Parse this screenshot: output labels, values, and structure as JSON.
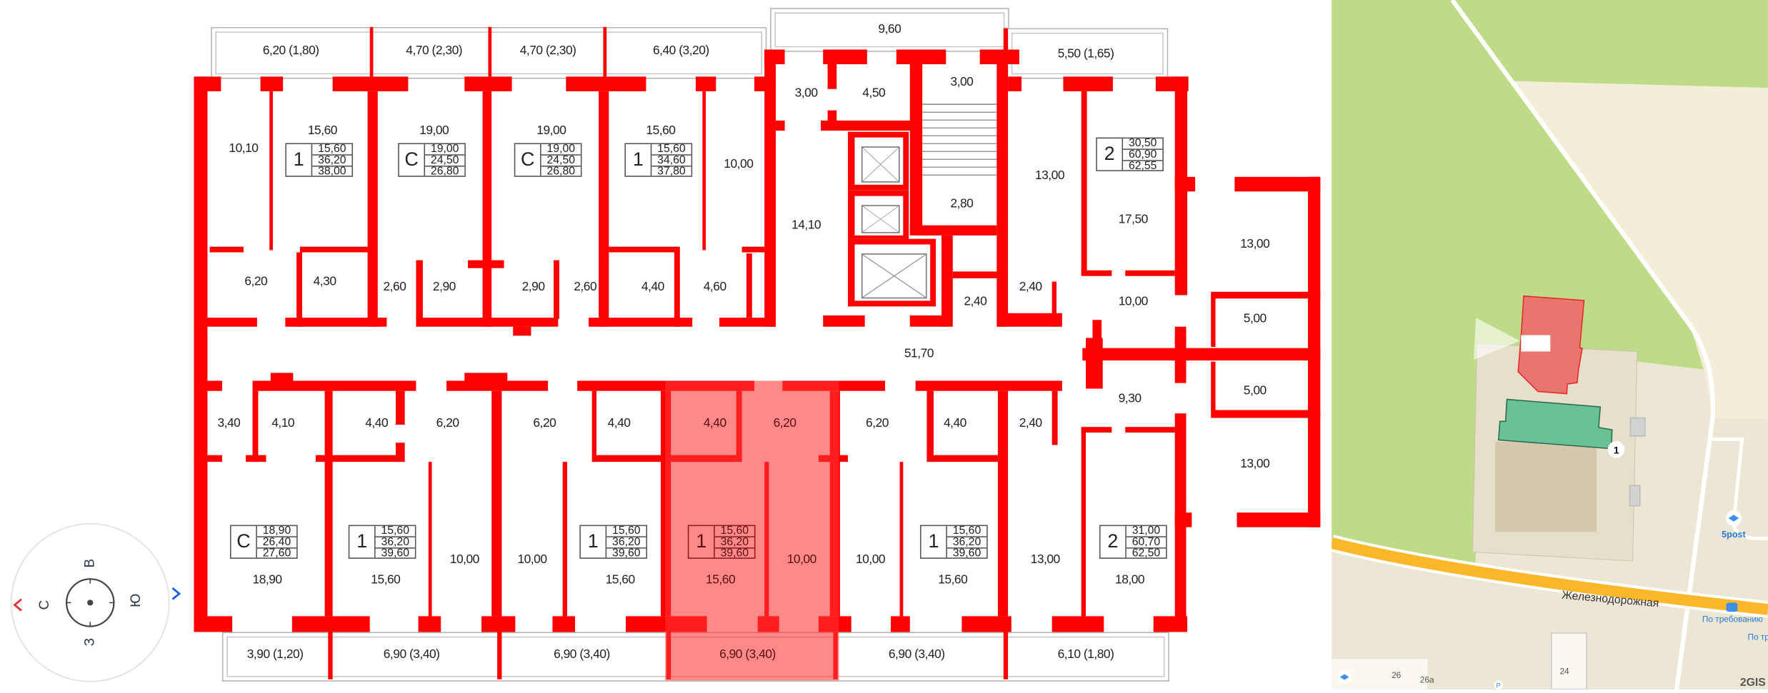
{
  "plan": {
    "wall_color": "#ff0000",
    "selected_color": "#ff6a6a",
    "balconies_top": [
      "6,20 (1,80)",
      "4,70 (2,30)",
      "4,70 (2,30)",
      "6,40 (3,20)",
      "9,60",
      "5,50 (1,65)"
    ],
    "balconies_bottom": [
      "3,90 (1,20)",
      "6,90 (3,40)",
      "6,90 (3,40)",
      "6,90 (3,40)",
      "6,90 (3,40)",
      "6,10 (1,80)"
    ],
    "rooms_top": [
      "10,10",
      "15,60",
      "19,00",
      "19,00",
      "15,60",
      "10,00",
      "14,10",
      "3,00",
      "4,50",
      "3,00",
      "2,80",
      "13,00",
      "17,50",
      "13,00",
      "6,20",
      "4,30",
      "2,60",
      "2,90",
      "2,90",
      "2,60",
      "4,40",
      "4,60",
      "2,40",
      "2,40",
      "10,00",
      "5,00"
    ],
    "corridor": "51,70",
    "rooms_bottom": [
      "3,40",
      "4,10",
      "4,40",
      "6,20",
      "6,20",
      "4,40",
      "4,40",
      "6,20",
      "6,20",
      "4,40",
      "2,40",
      "9,30",
      "5,00",
      "13,00",
      "18,90",
      "15,60",
      "10,00",
      "10,00",
      "15,60",
      "15,60",
      "10,00",
      "10,00",
      "15,60",
      "13,00",
      "18,00"
    ],
    "apartments": [
      {
        "type": "1",
        "areas": [
          "15,60",
          "36,20",
          "38,00"
        ]
      },
      {
        "type": "С",
        "areas": [
          "19,00",
          "24,50",
          "26,80"
        ]
      },
      {
        "type": "С",
        "areas": [
          "19,00",
          "24,50",
          "26,80"
        ]
      },
      {
        "type": "1",
        "areas": [
          "15,60",
          "34,60",
          "37,80"
        ]
      },
      {
        "type": "2",
        "areas": [
          "30,50",
          "60,90",
          "62,55"
        ]
      },
      {
        "type": "С",
        "areas": [
          "18,90",
          "26,40",
          "27,60"
        ]
      },
      {
        "type": "1",
        "areas": [
          "15,60",
          "36,20",
          "39,60"
        ]
      },
      {
        "type": "1",
        "areas": [
          "15,60",
          "36,20",
          "39,60"
        ]
      },
      {
        "type": "1",
        "areas": [
          "15,60",
          "36,20",
          "39,60"
        ],
        "selected": true
      },
      {
        "type": "1",
        "areas": [
          "15,60",
          "36,20",
          "39,60"
        ]
      },
      {
        "type": "2",
        "areas": [
          "31,00",
          "60,70",
          "62,50"
        ]
      }
    ]
  },
  "compass": {
    "top": "В",
    "left": "С",
    "right": "Ю",
    "bottom": "З",
    "prev_icon": "chevron-left-icon",
    "next_icon": "chevron-right-icon",
    "prev_color": "#e8303a",
    "next_color": "#1a5fd8"
  },
  "map": {
    "street": "Железнодорожная",
    "poi_5post": "5post",
    "bus_stop": "По требованию",
    "bus_stop_cut": "По тр",
    "house_26": "26",
    "house_26a": "26а",
    "house_24": "24",
    "parking": "P",
    "entrance_marker": "1",
    "brand": "2GIS",
    "colors": {
      "park": "#bfdb87",
      "ground": "#ece6d4",
      "road": "#fbb72a",
      "selected_building": "#e8766f",
      "building_green": "#69c297"
    }
  }
}
